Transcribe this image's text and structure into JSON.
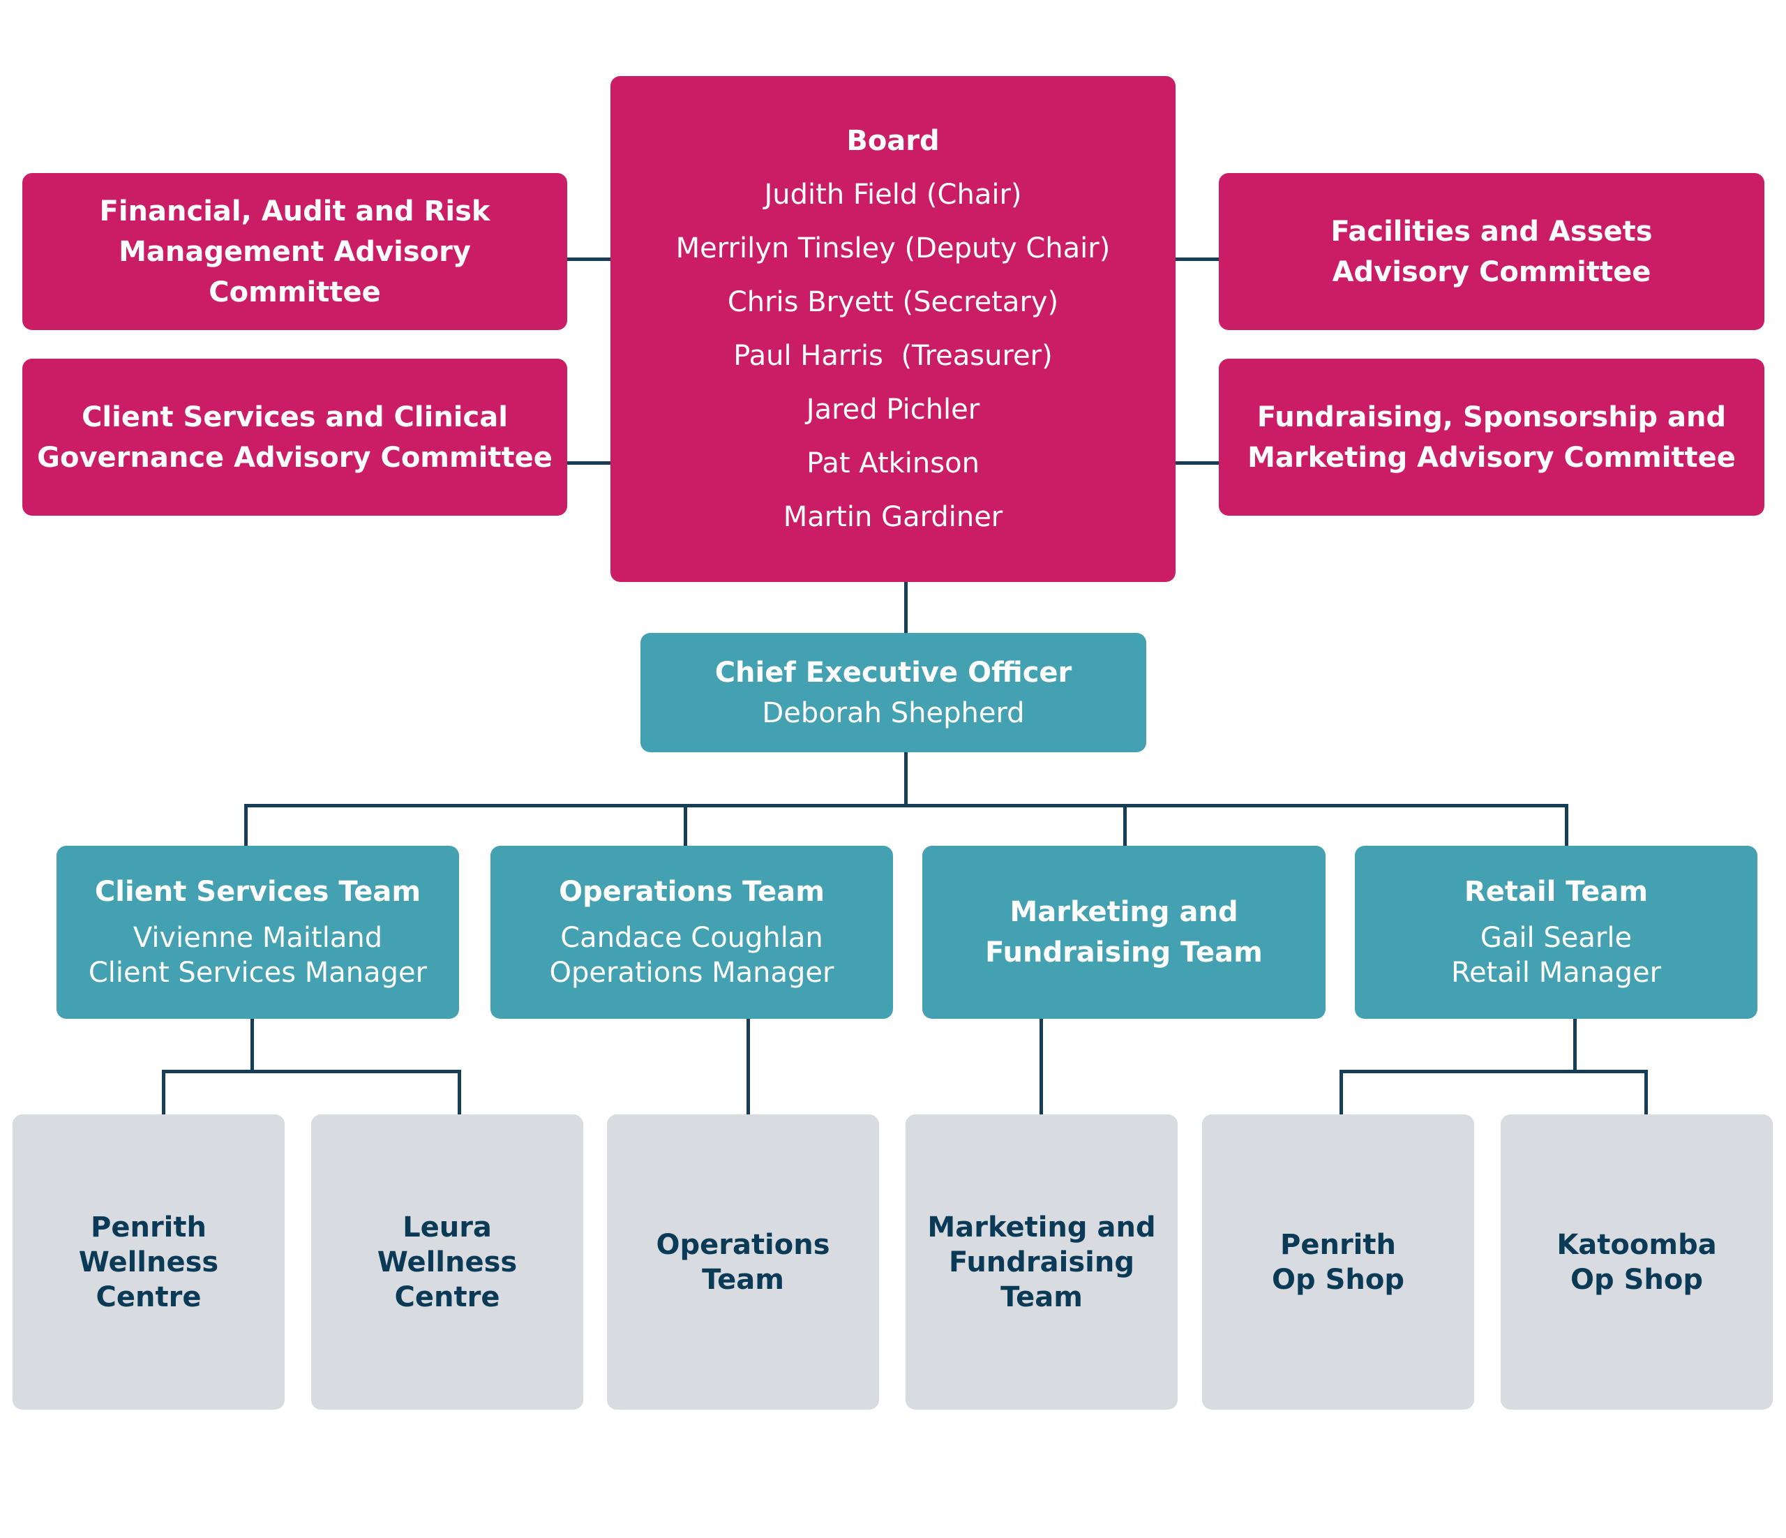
{
  "board": {
    "title": "Board",
    "members": [
      "Judith Field (Chair)",
      "Merrilyn Tinsley (Deputy Chair)",
      "Chris Bryett (Secretary)",
      "Paul Harris  (Treasurer)",
      "Jared Pichler",
      "Pat Atkinson",
      "Martin Gardiner"
    ]
  },
  "committees": {
    "left_top": [
      "Financial, Audit and Risk",
      "Management Advisory Committee"
    ],
    "left_bottom": [
      "Client Services and Clinical",
      "Governance Advisory Committee"
    ],
    "right_top": [
      "Facilities and Assets",
      "Advisory Committee"
    ],
    "right_bottom": [
      "Fundraising, Sponsorship and",
      "Marketing Advisory Committee"
    ]
  },
  "ceo": {
    "title": "Chief Executive Officer",
    "name": "Deborah Shepherd"
  },
  "teams": [
    {
      "title": "Client Services Team",
      "name": "Vivienne Maitland",
      "role": "Client Services Manager"
    },
    {
      "title": "Operations Team",
      "name": "Candace Coughlan",
      "role": "Operations Manager"
    },
    {
      "title_lines": [
        "Marketing and",
        "Fundraising Team"
      ]
    },
    {
      "title": "Retail Team",
      "name": "Gail Searle",
      "role": "Retail Manager"
    }
  ],
  "units": [
    [
      "Penrith",
      "Wellness",
      "Centre"
    ],
    [
      "Leura",
      "Wellness",
      "Centre"
    ],
    [
      "Operations",
      "Team"
    ],
    [
      "Marketing and",
      "Fundraising",
      "Team"
    ],
    [
      "Penrith",
      "Op Shop"
    ],
    [
      "Katoomba",
      "Op Shop"
    ]
  ],
  "colors": {
    "board": "#cb1d66",
    "management": "#43a1b1",
    "units": "#d8dbdf",
    "unit_text": "#0b3a56",
    "connector": "#163e57"
  }
}
